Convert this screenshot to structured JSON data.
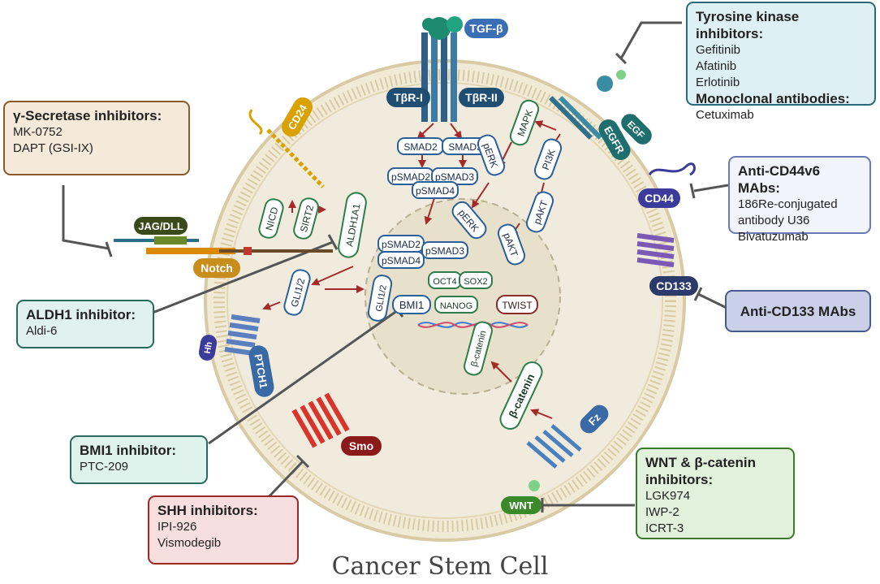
{
  "caption": "Cancer Stem Cell",
  "boxes": {
    "gamma": {
      "title": "γ-Secretase inhibitors:",
      "items": [
        "MK-0752",
        "DAPT (GSI-IX)"
      ]
    },
    "aldh": {
      "title": "ALDH1 inhibitor:",
      "items": [
        "Aldi-6"
      ]
    },
    "bmi": {
      "title": "BMI1 inhibitor:",
      "items": [
        "PTC-209"
      ]
    },
    "shh": {
      "title": "SHH inhibitors:",
      "items": [
        "IPI-926",
        "Vismodegib"
      ]
    },
    "tki": {
      "title": "Tyrosine kinase inhibitors:",
      "items": [
        "Gefitinib",
        "Afatinib",
        "Erlotinib"
      ],
      "title2": "Monoclonal antibodies:",
      "items2": [
        "Cetuximab"
      ]
    },
    "cd44": {
      "title": "Anti-CD44v6 MAbs:",
      "items": [
        "186Re-conjugated",
        "antibody U36",
        "Bivatuzumab"
      ]
    },
    "cd133": {
      "title": "Anti-CD133 MAbs"
    },
    "wnt": {
      "title": "WNT & β-catenin",
      "title_cont": "inhibitors:",
      "items": [
        "LGK974",
        "IWP-2",
        "ICRT-3"
      ]
    }
  },
  "labels": {
    "tgfb": "TGF-β",
    "tbr1": "TβR-I",
    "tbr2": "TβR-II",
    "egf": "EGF",
    "egfr": "EGFR",
    "cd24": "CD24",
    "jag": "JAG/DLL",
    "notch": "Notch",
    "nicd": "NICD",
    "sirt2": "SIRT2",
    "aldh1a1": "ALDH1A1",
    "smad2": "SMAD2",
    "smad3": "SMAD3",
    "psmad2": "pSMAD2",
    "psmad3": "pSMAD3",
    "psmad4": "pSMAD4",
    "mapk": "MAPK",
    "perk": "pERK",
    "pi3k": "PI3K",
    "pakt": "pAKT",
    "cd44": "CD44",
    "cd133": "CD133",
    "gli": "GLI1/2",
    "bmi1": "BMI1",
    "oct4": "OCT4",
    "sox2": "SOX2",
    "nanog": "NANOG",
    "twist": "TWIST",
    "bcatenin": "β-catenin",
    "fz": "Fz",
    "wnt": "WNT",
    "smo": "Smo",
    "ptch1": "PTCH1",
    "hh": "Hh"
  }
}
